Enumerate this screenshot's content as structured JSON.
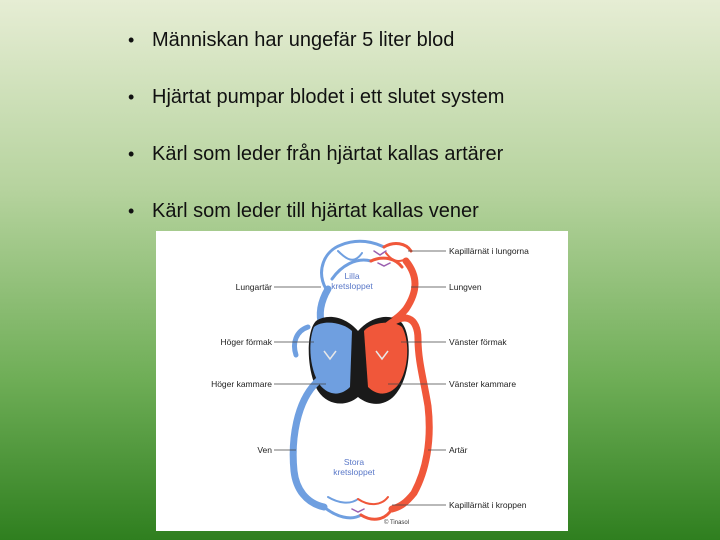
{
  "bullets": [
    "Människan har ungefär 5 liter blod",
    "Hjärtat pumpar blodet i ett slutet system",
    "Kärl som leder från hjärtat kallas artärer",
    "Kärl som leder till hjärtat kallas vener"
  ],
  "diagram": {
    "labels_left": {
      "lungartar": "Lungartär",
      "hoger_formak": "Höger förmak",
      "hoger_kammare": "Höger kammare",
      "ven": "Ven"
    },
    "labels_right": {
      "kapillarnat_lungorna": "Kapillärnät i lungorna",
      "lungven": "Lungven",
      "vanster_formak": "Vänster förmak",
      "vanster_kammare": "Vänster kammare",
      "artar": "Artär",
      "kapillarnat_kroppen": "Kapillärnät i kroppen"
    },
    "lilla_kretsloppet": [
      "Lilla",
      "kretsloppet"
    ],
    "stora_kretsloppet": [
      "Stora",
      "kretsloppet"
    ],
    "credit": "© Tinasol",
    "colors": {
      "venous": "#6f9fe0",
      "arterial": "#f0573a",
      "heart_dark": "#1a1a1a"
    }
  }
}
